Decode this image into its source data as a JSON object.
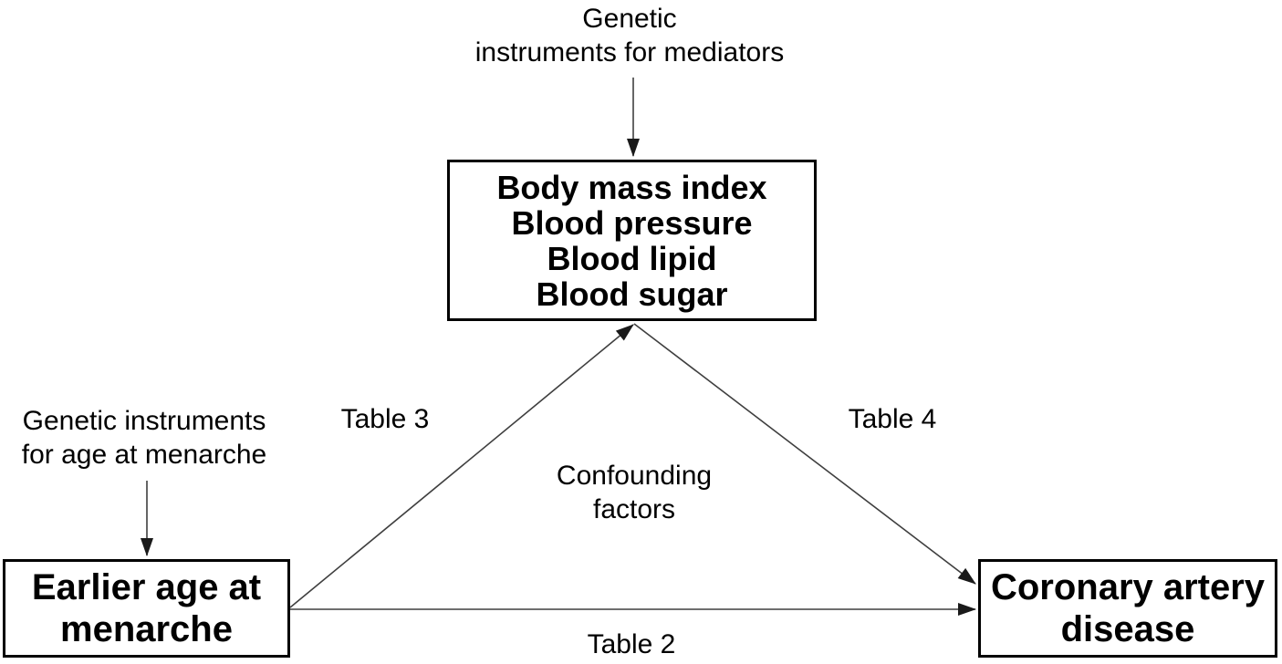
{
  "diagram": {
    "top_label": "Genetic\ninstruments for mediators",
    "left_label": "Genetic instruments\nfor age at menarche",
    "mediator_box": "Body mass index\nBlood pressure\nBlood lipid\nBlood sugar",
    "exposure_box": "Earlier age at\nmenarche",
    "outcome_box": "Coronary artery\ndisease",
    "confounding_label": "Confounding\nfactors",
    "edge_labels": {
      "exposure_to_mediator": "Table 3",
      "mediator_to_outcome": "Table 4",
      "exposure_to_outcome": "Table 2"
    },
    "colors": {
      "background": "#ffffff",
      "text": "#000000",
      "box_border": "#000000",
      "line": "#3f3f3f",
      "arrowhead": "#1a1a1a"
    }
  }
}
